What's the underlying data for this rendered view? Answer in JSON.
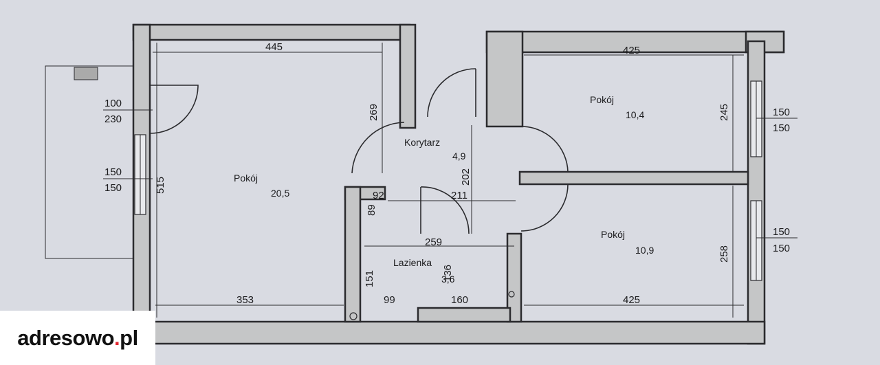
{
  "rooms": [
    {
      "id": "pokoj-main",
      "name": "Pokój",
      "area": "20,5"
    },
    {
      "id": "korytarz",
      "name": "Korytarz",
      "area": "4,9"
    },
    {
      "id": "pokoj-top-right",
      "name": "Pokój",
      "area": "10,4"
    },
    {
      "id": "pokoj-bottom-right",
      "name": "Pokój",
      "area": "10,9"
    },
    {
      "id": "lazienka",
      "name": "Lazienka",
      "area": "3,6"
    }
  ],
  "dimensions": {
    "top_left_width": "445",
    "top_right_width": "425",
    "bottom_left_width": "353",
    "bottom_right_width": "425",
    "left_height": "515",
    "left_upper_height": "269",
    "corridor_height": "202",
    "corridor_width": "211",
    "closet_width": "92",
    "closet_depth": "89",
    "bath_width": "259",
    "bath_height": "136",
    "bath_left_height": "151",
    "bath_bottom_a": "99",
    "bath_bottom_b": "160",
    "right_top_height": "245",
    "right_bottom_height": "258",
    "balcony_door_top": "100",
    "balcony_door_bottom": "230",
    "window_left_top": "150",
    "window_left_bottom": "150",
    "window_right_top_a": "150",
    "window_right_top_b": "150",
    "window_right_bottom_a": "150",
    "window_right_bottom_b": "150"
  },
  "brand": {
    "name": "adresowo",
    "suffix": "pl",
    "dot": ".",
    "accent_color": "#e3262f"
  }
}
